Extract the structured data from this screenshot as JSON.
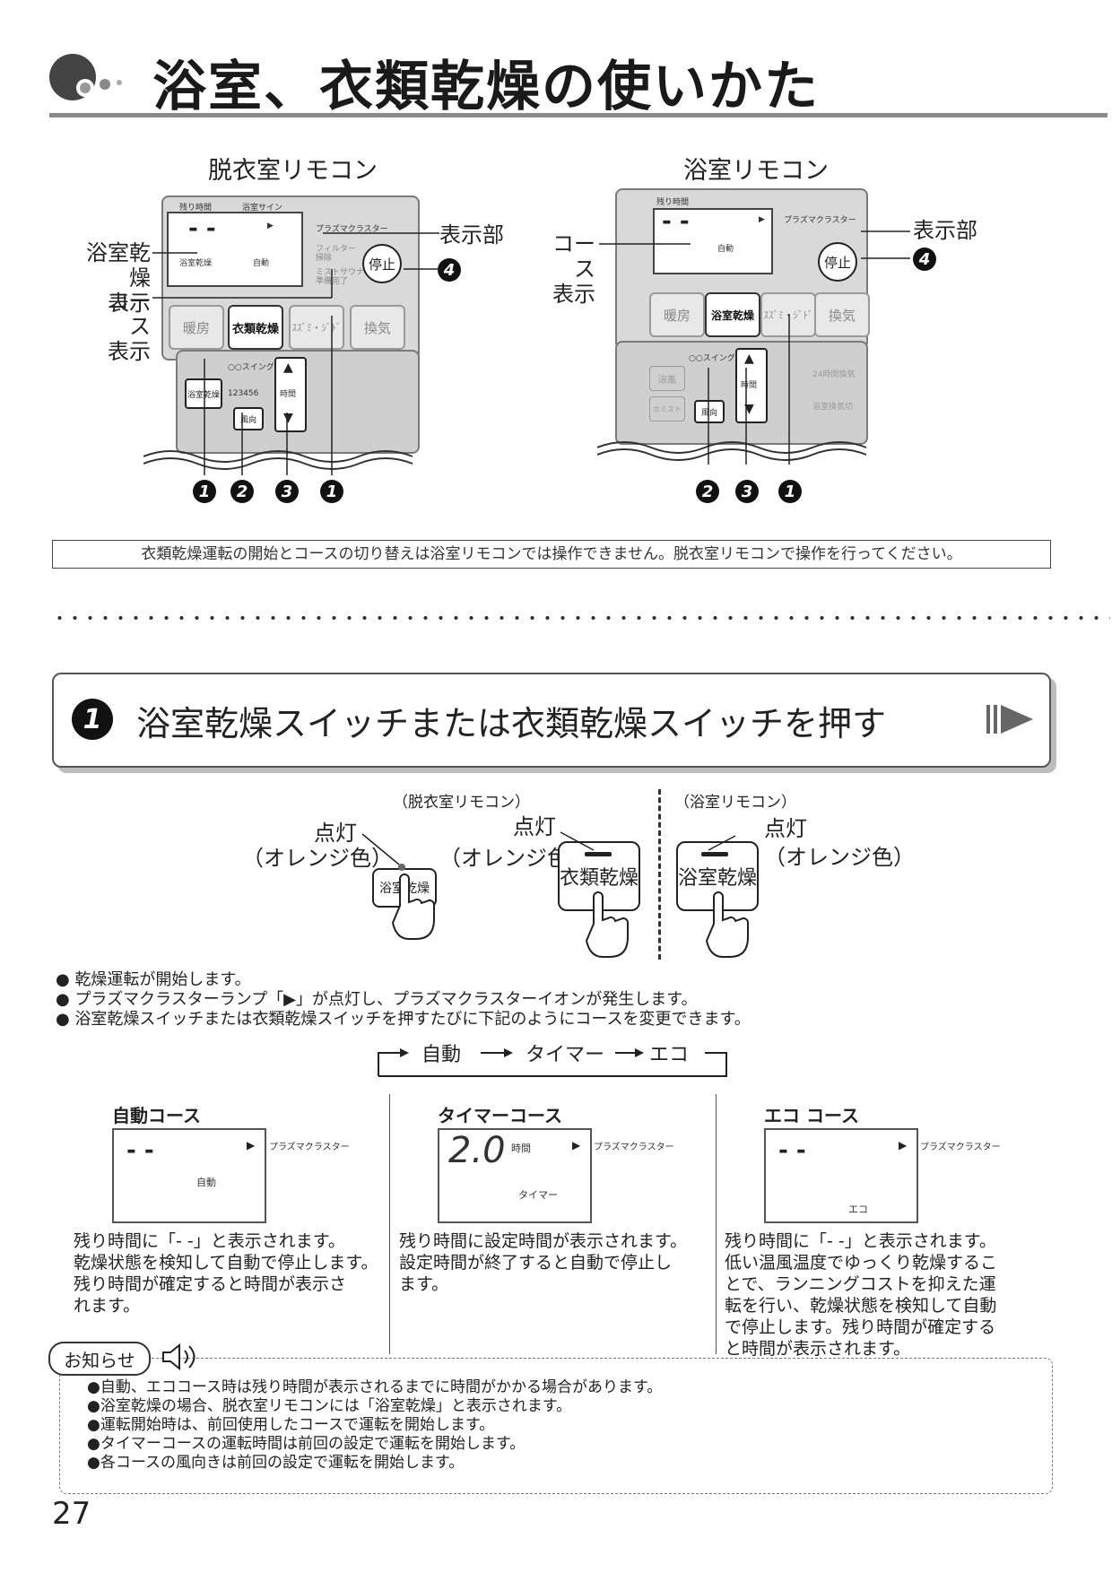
{
  "title": "浴室、衣類乾燥の使いかた",
  "remote1": {
    "label": "脱衣室リモコン",
    "lcd_top": [
      "残り時間",
      "浴室サイン"
    ],
    "lcd_dashes": "- -",
    "lcd_arrow": "▶",
    "lcd_plasma": "プラズマクラスター",
    "lcd_bottom": [
      "浴室乾燥",
      "自動"
    ],
    "lcd_side": [
      "フィルター",
      "掃除",
      "ミストサウナ",
      "準備完了"
    ],
    "stop": "停止",
    "buttons": [
      "暖房",
      "衣類乾燥",
      "ｽｽﾞﾐ・ｼﾞﾄﾞ",
      "換気"
    ],
    "lower": {
      "yokushitsu": "浴室乾燥",
      "swing": "○○スイング",
      "swing_nums": "123456",
      "wind": "風向",
      "time": "時間"
    },
    "callouts": {
      "display": "表示部",
      "yokushitsu_label": [
        "浴室乾燥",
        "表示"
      ],
      "course_label": [
        "コース",
        "表示"
      ]
    },
    "numbers": [
      "1",
      "2",
      "3",
      "1"
    ],
    "num4": "4"
  },
  "remote2": {
    "label": "浴室リモコン",
    "lcd_top": "残り時間",
    "lcd_dashes": "- -",
    "lcd_arrow": "▶",
    "lcd_plasma": "プラズマクラスター",
    "lcd_auto": "自動",
    "stop": "停止",
    "buttons": [
      "暖房",
      "浴室乾燥",
      "ｽｽﾞﾐ・ｼﾞﾄﾞ",
      "換気"
    ],
    "lower": {
      "swing": "○○スイング",
      "wind": "風向",
      "time": "時間",
      "cool": "涼風",
      "mist": "ホミスト",
      "eco24": "24時間換気",
      "dry": "浴室換気切"
    },
    "callouts": {
      "display": "表示部",
      "course_label": [
        "コース",
        "表示"
      ]
    },
    "numbers": [
      "2",
      "3",
      "1"
    ],
    "num4": "4"
  },
  "note": "衣類乾燥運転の開始とコースの切り替えは浴室リモコンでは操作できません。脱衣室リモコンで操作を行ってください。",
  "step1": {
    "number": "1",
    "title": "浴室乾燥スイッチまたは衣類乾燥スイッチを押す",
    "left_caption": "（脱衣室リモコン）",
    "right_caption": "（浴室リモコン）",
    "lit": "点灯",
    "orange": "（オレンジ色）",
    "btn_a": "浴室乾燥",
    "btn_b": "衣類乾燥",
    "btn_c": "浴室乾燥"
  },
  "bullets": [
    "乾燥運転が開始します。",
    "プラズマクラスターランプ「▶」が点灯し、プラズマクラスターイオンが発生します。",
    "浴室乾燥スイッチまたは衣類乾燥スイッチを押すたびに下記のようにコースを変更できます。"
  ],
  "cycle": [
    "自動",
    "タイマー",
    "エコ"
  ],
  "courses": [
    {
      "name": "自動コース",
      "display": "- -",
      "label": "自動",
      "plasma": "プラズマクラスター",
      "desc": [
        "残り時間に「- -」と表示されます。",
        "乾燥状態を検知して自動で停止します。",
        "残り時間が確定すると時間が表示さ",
        "れます。"
      ]
    },
    {
      "name": "タイマーコース",
      "display": "2.0",
      "unit": "時間",
      "label": "タイマー",
      "plasma": "プラズマクラスター",
      "desc": [
        "残り時間に設定時間が表示されます。",
        "設定時間が終了すると自動で停止し",
        "ます。"
      ]
    },
    {
      "name": "エコ コース",
      "display": "- -",
      "label": "エコ",
      "plasma": "プラズマクラスター",
      "desc": [
        "残り時間に「- -」と表示されます。",
        "低い温風温度でゆっくり乾燥するこ",
        "とで、ランニングコストを抑えた運",
        "転を行い、乾燥状態を検知して自動",
        "で停止します。残り時間が確定する",
        "と時間が表示されます。"
      ]
    }
  ],
  "notice": {
    "label": "お知らせ",
    "items": [
      "●自動、エココース時は残り時間が表示されるまでに時間がかかる場合があります。",
      "●浴室乾燥の場合、脱衣室リモコンには「浴室乾燥」と表示されます。",
      "●運転開始時は、前回使用したコースで運転を開始します。",
      "●タイマーコースの運転時間は前回の設定で運転を開始します。",
      "●各コースの風向きは前回の設定で運転を開始します。"
    ]
  },
  "page_number": "27"
}
